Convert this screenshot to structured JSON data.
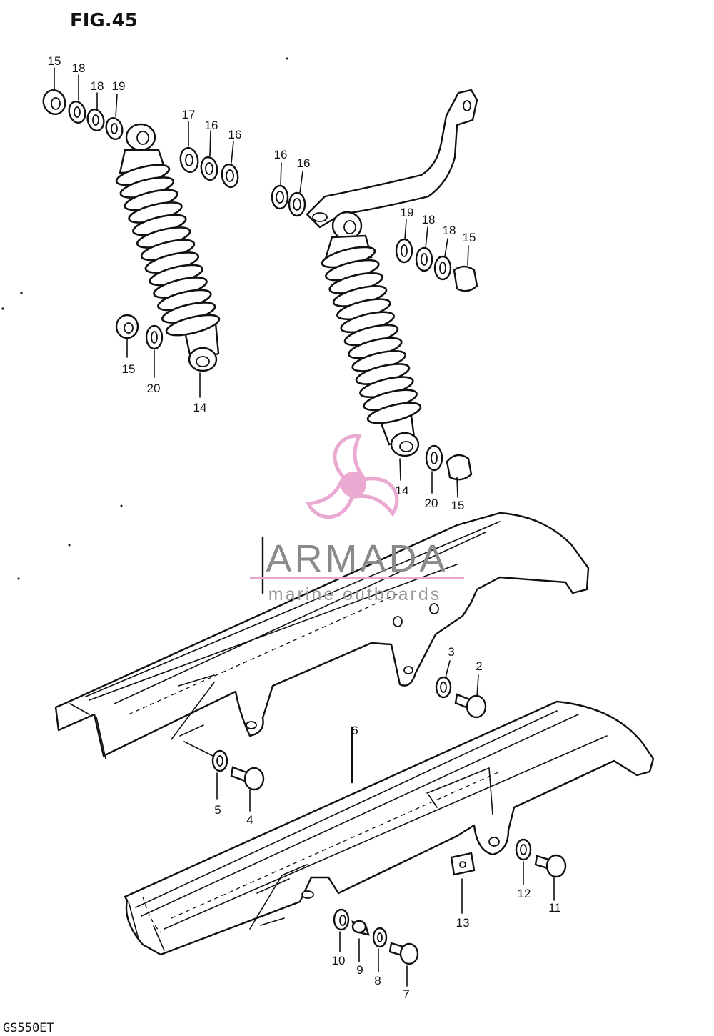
{
  "figure": {
    "title": "FIG.45",
    "model": "GS550ET"
  },
  "watermark": {
    "name": "ARMADA",
    "tagline": "marine outboards",
    "logo_icon": "propeller-icon",
    "accent_color": "#e9a6cf",
    "text_color": "#8a8a8a"
  },
  "callouts": {
    "left_shock": {
      "top_nut": "15",
      "washer_a": "18",
      "washer_b": "18",
      "washer_c": "19",
      "inner_washer": "17",
      "spacer_a": "16",
      "spacer_b": "16",
      "lower_nut": "15",
      "lower_washer": "20",
      "shock_absorber": "14"
    },
    "right_shock": {
      "spacer_a": "16",
      "spacer_b": "16",
      "washer_c": "19",
      "washer_a": "18",
      "washer_b": "18",
      "top_nut": "15",
      "shock_absorber": "14",
      "lower_washer": "20",
      "lower_nut": "15"
    },
    "chain_case_upper": {
      "washer": "3",
      "bolt": "2",
      "lower_washer": "5",
      "lower_bolt": "4"
    },
    "chain_case_lower": {
      "case": "6",
      "washer": "12",
      "bolt": "11",
      "plate": "13",
      "cushion": "10",
      "spacer": "9",
      "small_washer": "8",
      "small_bolt": "7"
    }
  }
}
